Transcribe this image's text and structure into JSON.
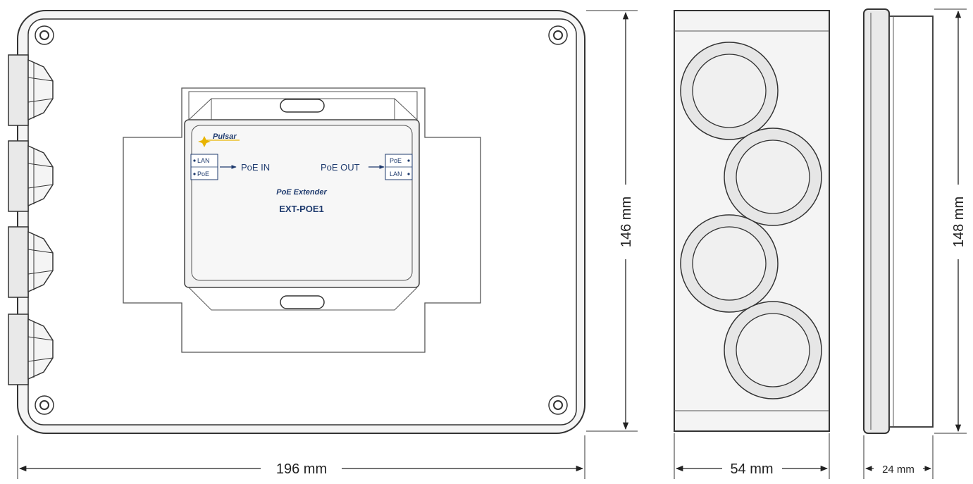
{
  "dimensions": {
    "front_width": "196 mm",
    "front_height": "146 mm",
    "side_width": "54 mm",
    "side2_height": "148 mm",
    "side2_width": "24 mm"
  },
  "device": {
    "brand": "Pulsar",
    "left_port_top": "LAN",
    "left_port_bottom": "PoE",
    "poe_in": "PoE IN",
    "poe_out": "PoE OUT",
    "right_port_top": "PoE",
    "right_port_bottom": "LAN",
    "product_line": "PoE Extender",
    "model": "EXT-POE1"
  },
  "colors": {
    "stroke": "#333333",
    "fill_light": "#e9e9e9",
    "fill_device": "#f2f2f2",
    "text_blue": "#1f3b6e",
    "brand_yellow": "#e8b400"
  }
}
